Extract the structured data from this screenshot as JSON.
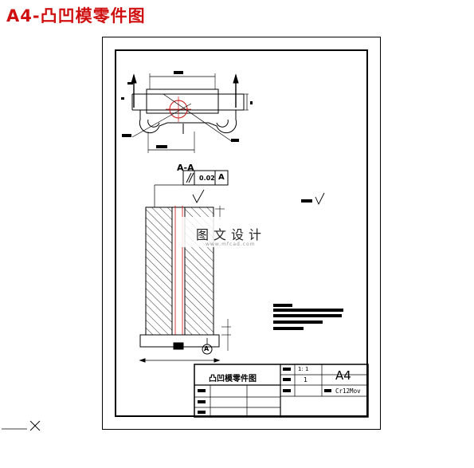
{
  "page": {
    "title": "A4-凸凹模零件图"
  },
  "section": {
    "label": "A-A"
  },
  "tolerance": {
    "symbol": "//",
    "value": "0.02",
    "datum": "A"
  },
  "datum_marker": "A",
  "watermark": {
    "text": "图文设计",
    "sub": "www.mfcad.com"
  },
  "title_block": {
    "part_name": "凸凹模零件图",
    "scale": "1: 1",
    "quantity": "1",
    "sheet_size": "A4",
    "material": "Cr12Mov"
  },
  "colors": {
    "title": "#d01010",
    "centerline": "#d01010",
    "line": "#000000"
  }
}
